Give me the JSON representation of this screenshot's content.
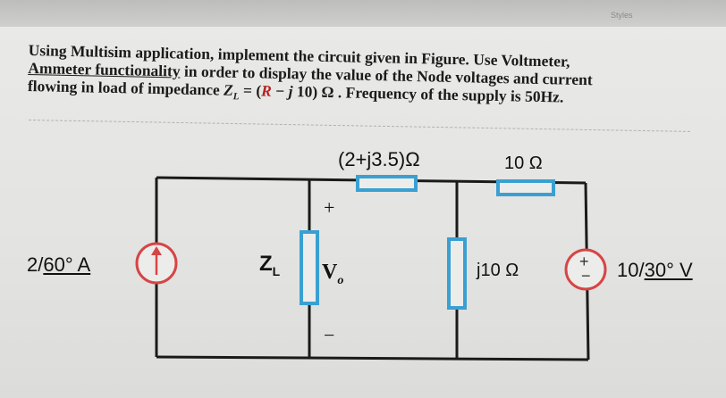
{
  "header": {
    "styles_label": "Styles"
  },
  "question": {
    "line1": "Using Multisim application, implement the circuit given in Figure. Use Voltmeter,",
    "line2_underlined": "Ammeter functionality",
    "line2_rest": " in order to display the value of the Node voltages and current",
    "line3_pre": "flowing in load of impedance ",
    "line3_zl": "Z",
    "line3_zl_sub": "L",
    "line3_eq": " = (",
    "line3_r": "R",
    "line3_minus": " − ",
    "line3_j": "j",
    "line3_post": " 10) Ω . Frequency of the supply is 50Hz."
  },
  "circuit": {
    "current_source_label": "2/60° A",
    "current_source_mag": "2",
    "current_source_angle": "60° A",
    "load_label": "Z",
    "load_sub": "L",
    "vo_plus": "+",
    "vo_minus": "−",
    "vo_label": "V",
    "vo_sub": "o",
    "series_impedance_label": "(2+j3.5)Ω",
    "resistor_label": "10 Ω",
    "shunt_label": "j10 Ω",
    "voltage_source_mag": "10",
    "voltage_source_angle": "30° V",
    "vs_plus": "+",
    "vs_minus": "−",
    "component_color": "#3aa0d2",
    "wire_color": "#1a1a1a",
    "source_color": "#d64545"
  }
}
